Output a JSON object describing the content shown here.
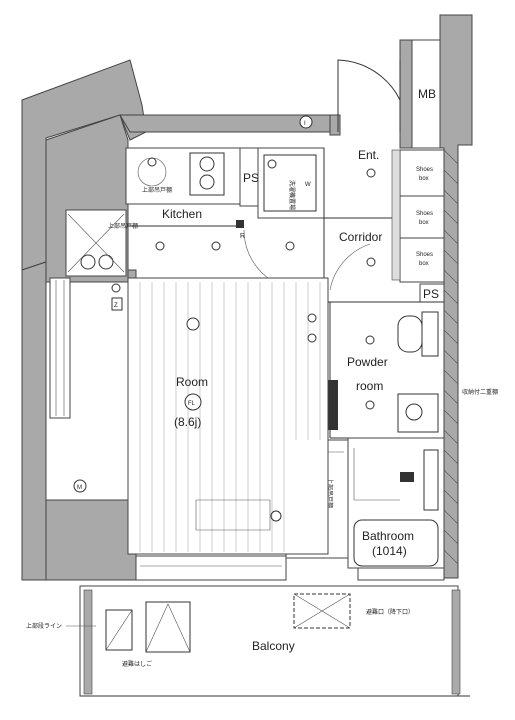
{
  "labels": {
    "mb": "MB",
    "ent": "Ent.",
    "ps1": "PS",
    "ps2": "PS",
    "kitchen": "Kitchen",
    "r_mark": "R",
    "corridor": "Corridor",
    "powder1": "Powder",
    "powder2": "room",
    "room": "Room",
    "room_fl": "FL",
    "room_size": "(8.6j)",
    "bath1": "Bathroom",
    "bath2": "(1014)",
    "balcony": "Balcony",
    "shoes": [
      "Shoes",
      "box"
    ],
    "storage": "収納付二重棚",
    "upper_line": "上部吊戸棚",
    "upper_line2": "上部吊戸棚",
    "washer": "洗濯機置場",
    "upper_floor_line": "上部段ライン",
    "evac_ladder": "避難はしご",
    "evac_hatch": "避難口（降下口）",
    "w_mark": "W",
    "i_mark": "I",
    "m_mark": "M",
    "z_mark": "Z"
  }
}
